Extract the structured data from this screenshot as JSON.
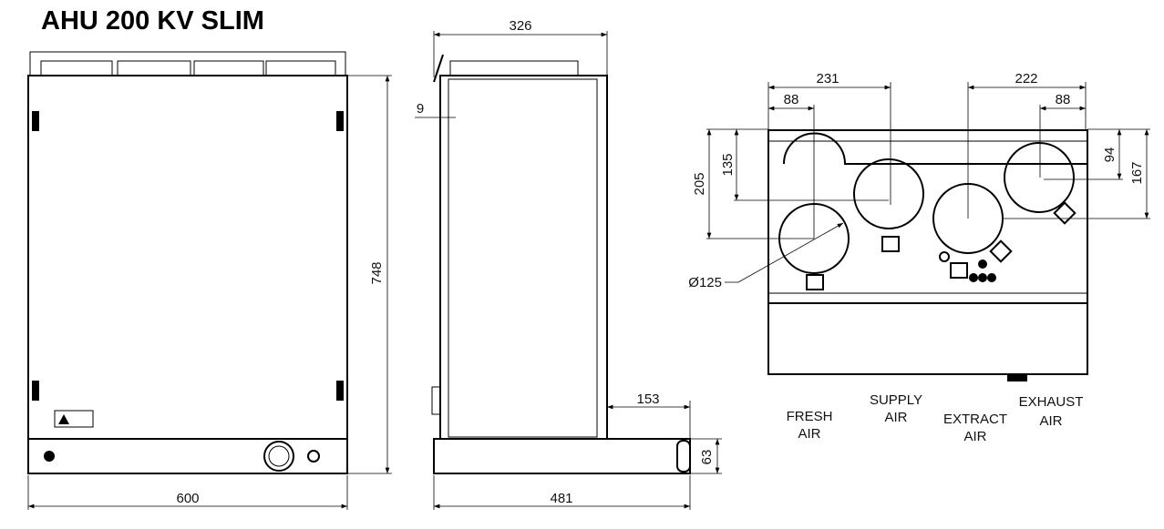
{
  "title": "AHU 200 KV SLIM",
  "front_view": {
    "width_dim": "600",
    "height_dim": "748"
  },
  "side_view": {
    "depth_dim": "326",
    "offset_dim": "9",
    "total_depth_dim": "481",
    "base_offset_dim": "153",
    "base_height_dim": "63"
  },
  "rear_view": {
    "dim_231": "231",
    "dim_88_left": "88",
    "dim_222": "222",
    "dim_88_right": "88",
    "dim_205": "205",
    "dim_135": "135",
    "dim_94": "94",
    "dim_167": "167",
    "diameter": "Ø125"
  },
  "labels": {
    "fresh": [
      "FRESH",
      "AIR"
    ],
    "supply": [
      "SUPPLY",
      "AIR"
    ],
    "extract": [
      "EXTRACT",
      "AIR"
    ],
    "exhaust": [
      "EXHAUST",
      "AIR"
    ]
  }
}
